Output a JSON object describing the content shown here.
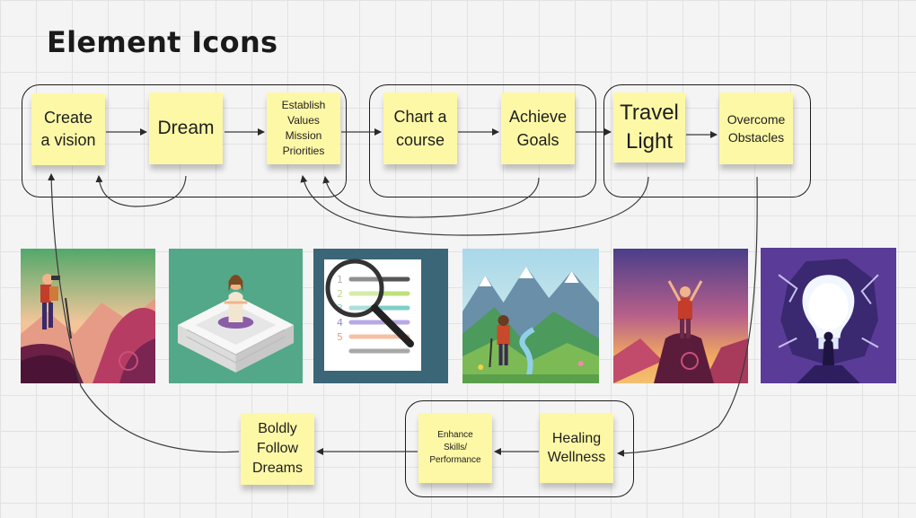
{
  "board": {
    "title": "Element Icons",
    "background": "#f4f4f4",
    "grid_color": "#e2e2e2",
    "sticky_color": "#fdf8a6",
    "frame_color": "#1c1c1c"
  },
  "stickies": {
    "create_vision": "Create\na vision",
    "dream": "Dream",
    "establish": "Establish\nValues\nMission\nPriorities",
    "chart_course": "Chart a\ncourse",
    "achieve_goals": "Achieve\nGoals",
    "travel_light": "Travel\nLight",
    "overcome_obstacles": "Overcome\nObstacles",
    "healing_wellness": "Healing\nWellness",
    "enhance_skills": "Enhance\nSkills/\nPerformance",
    "boldly_follow": "Boldly\nFollow\nDreams"
  },
  "illustrations": [
    "hiker-with-binoculars-illustration",
    "meditating-on-brick-wall-illustration",
    "magnifier-over-checklist-illustration",
    "hiker-facing-mountain-valley-illustration",
    "climber-on-summit-illustration",
    "figure-before-lightbulb-portal-illustration"
  ]
}
